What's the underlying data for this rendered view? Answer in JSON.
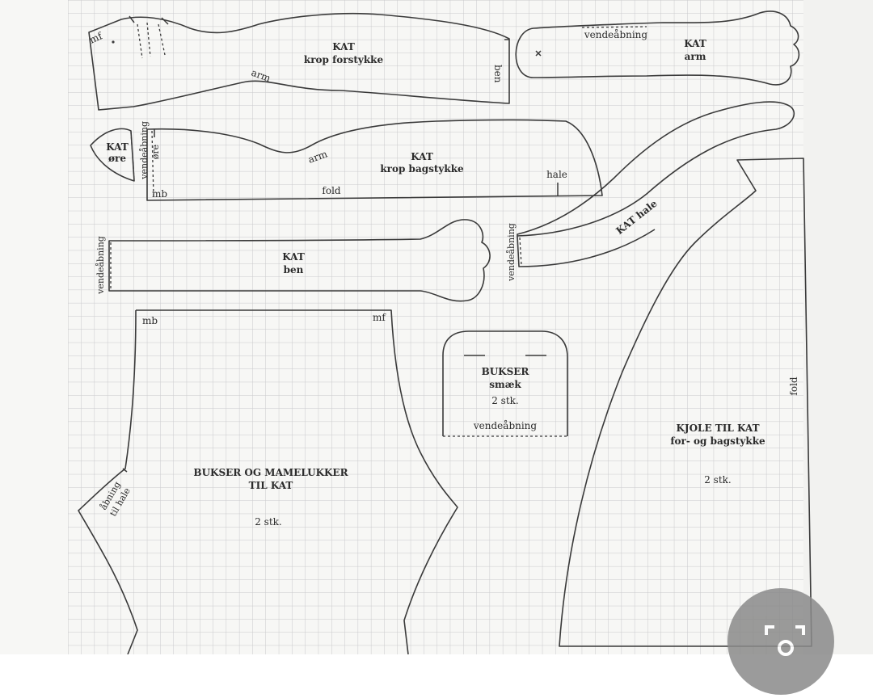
{
  "pieces": {
    "krop_forstykke": {
      "title": "KAT",
      "subtitle": "krop forstykke",
      "mf": "mf",
      "ben": "ben",
      "arm": "arm"
    },
    "arm": {
      "vendeabning": "vendeåbning",
      "title": "KAT",
      "subtitle": "arm"
    },
    "ore": {
      "title": "KAT",
      "subtitle": "øre",
      "vendeabning": "vendeåbning",
      "ore_small": "øre"
    },
    "krop_bagstykke": {
      "title": "KAT",
      "subtitle": "krop bagstykke",
      "arm": "arm",
      "hale": "hale",
      "mb": "mb",
      "fold": "fold"
    },
    "hale": {
      "title": "KAT hale",
      "vendeabning": "vendeåbning"
    },
    "ben": {
      "title": "KAT",
      "subtitle": "ben",
      "vendeabning": "vendeåbning"
    },
    "bukser": {
      "mb": "mb",
      "mf": "mf",
      "title_line1": "BUKSER OG MAMELUKKER",
      "title_line2": "TIL KAT",
      "abning_line1": "åbning",
      "abning_line2": "til hale",
      "count": "2 stk."
    },
    "smaek": {
      "title": "BUKSER",
      "subtitle": "smæk",
      "count": "2 stk.",
      "vendeabning": "vendeåbning"
    },
    "kjole": {
      "title_line1": "KJOLE TIL KAT",
      "title_line2": "for- og bagstykke",
      "count": "2 stk.",
      "fold": "fold"
    }
  },
  "overlay": {
    "lens_icon": "lens-search-icon"
  },
  "colors": {
    "grid": "#c9c9cc",
    "line": "#3a3a3a",
    "paper": "#f7f7f5"
  }
}
